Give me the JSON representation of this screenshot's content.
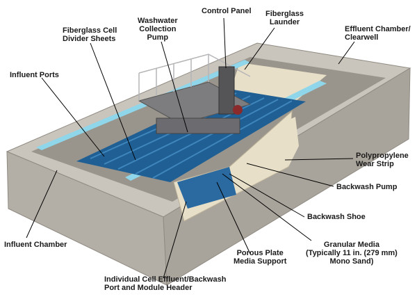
{
  "labels": {
    "control_panel": "Control Panel",
    "washwater_pump": [
      "Washwater",
      "Collection",
      "Pump"
    ],
    "fiberglass_launder": [
      "Fiberglass",
      "Launder"
    ],
    "effluent_chamber": [
      "Effluent Chamber/",
      "Clearwell"
    ],
    "divider_sheets": [
      "Fiberglass Cell",
      "Divider Sheets"
    ],
    "influent_ports": "Influent Ports",
    "wear_strip": [
      "Polypropylene",
      "Wear Strip"
    ],
    "backwash_pump": "Backwash Pump",
    "backwash_shoe": "Backwash Shoe",
    "influent_chamber": "Influent Chamber",
    "porous_plate": [
      "Porous Plate",
      "Media Support"
    ],
    "granular_media": [
      "Granular Media",
      "(Typically 11 in. (279 mm)",
      "Mono Sand)"
    ],
    "cell_effluent": [
      "Individual Cell Effluent/Backwash",
      "Port and Module Header"
    ]
  },
  "colors": {
    "concrete_top": "#c9c5bc",
    "concrete_side": "#b4afa6",
    "concrete_dark": "#8f8a82",
    "media_blue": "#1f5f93",
    "media_light": "#3f86bd",
    "launder": "#8fd6ea",
    "bridge_steel": "#7d7d80",
    "sand": "#e8dfc8"
  }
}
